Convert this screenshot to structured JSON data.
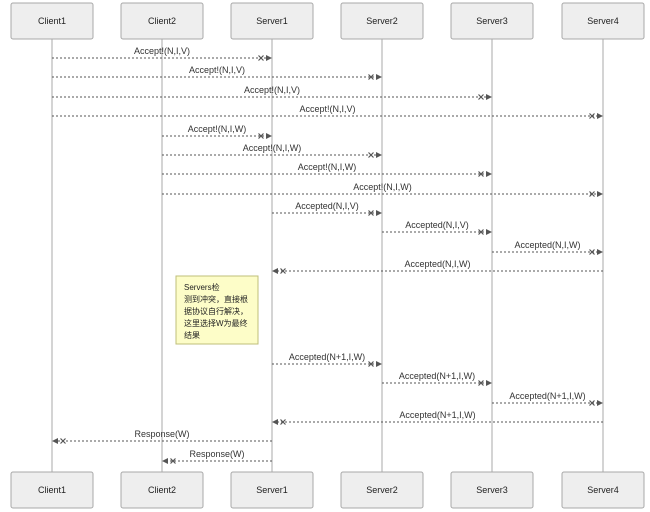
{
  "participants": [
    "Client1",
    "Client2",
    "Server1",
    "Server2",
    "Server3",
    "Server4"
  ],
  "colors": {
    "box_fill": "#eeeeee",
    "box_stroke": "#a8a8a8",
    "lifeline": "#a8a8a8",
    "arrow": "#555555",
    "note_fill": "#fdfdc8",
    "note_stroke": "#bfbf7a"
  },
  "messages": [
    {
      "from": 0,
      "to": 2,
      "label": "Accept!(N,I,V)"
    },
    {
      "from": 0,
      "to": 3,
      "label": "Accept!(N,I,V)"
    },
    {
      "from": 0,
      "to": 4,
      "label": "Accept!(N,I,V)"
    },
    {
      "from": 0,
      "to": 5,
      "label": "Accept!(N,I,V)"
    },
    {
      "from": 1,
      "to": 2,
      "label": "Accept!(N,I,W)"
    },
    {
      "from": 1,
      "to": 3,
      "label": "Accept!(N,I,W)"
    },
    {
      "from": 1,
      "to": 4,
      "label": "Accept!(N,I,W)"
    },
    {
      "from": 1,
      "to": 5,
      "label": "Accept!(N,I,W)"
    },
    {
      "from": 2,
      "to": 3,
      "label": "Accepted(N,I,V)"
    },
    {
      "from": 3,
      "to": 4,
      "label": "Accepted(N,I,V)"
    },
    {
      "from": 4,
      "to": 5,
      "label": "Accepted(N,I,W)"
    },
    {
      "from": 5,
      "to": 2,
      "label": "Accepted(N,I,W)"
    },
    {
      "from": 2,
      "to": 3,
      "label": "Accepted(N+1,I,W)"
    },
    {
      "from": 3,
      "to": 4,
      "label": "Accepted(N+1,I,W)"
    },
    {
      "from": 4,
      "to": 5,
      "label": "Accepted(N+1,I,W)"
    },
    {
      "from": 5,
      "to": 2,
      "label": "Accepted(N+1,I,W)"
    },
    {
      "from": 2,
      "to": 0,
      "label": "Response(W)"
    },
    {
      "from": 2,
      "to": 1,
      "label": "Response(W)"
    }
  ],
  "note": {
    "lines": [
      "Servers检",
      "测到冲突，直接根",
      "据协议自行解决，",
      "这里选择W为最终",
      "结果"
    ]
  }
}
